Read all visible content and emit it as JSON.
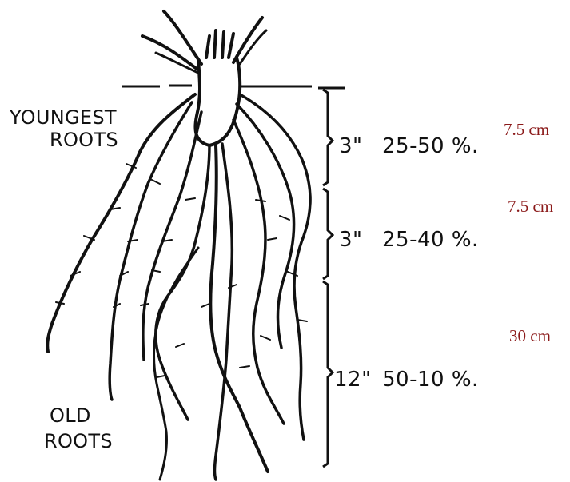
{
  "labels": {
    "youngest_line1": "YOUNGEST",
    "youngest_line2": "ROOTS",
    "old_line1": "OLD",
    "old_line2": "ROOTS"
  },
  "layers": [
    {
      "depth": "3\"",
      "percent": "25-50 %.",
      "metric": "7.5 cm"
    },
    {
      "depth": "3\"",
      "percent": "25-40 %.",
      "metric": "7.5 cm"
    },
    {
      "depth": "12\"",
      "percent": "50-10 %.",
      "metric": "30 cm"
    }
  ],
  "colors": {
    "ink": "#111111",
    "metric": "#8b1a1a",
    "background": "#ffffff"
  }
}
